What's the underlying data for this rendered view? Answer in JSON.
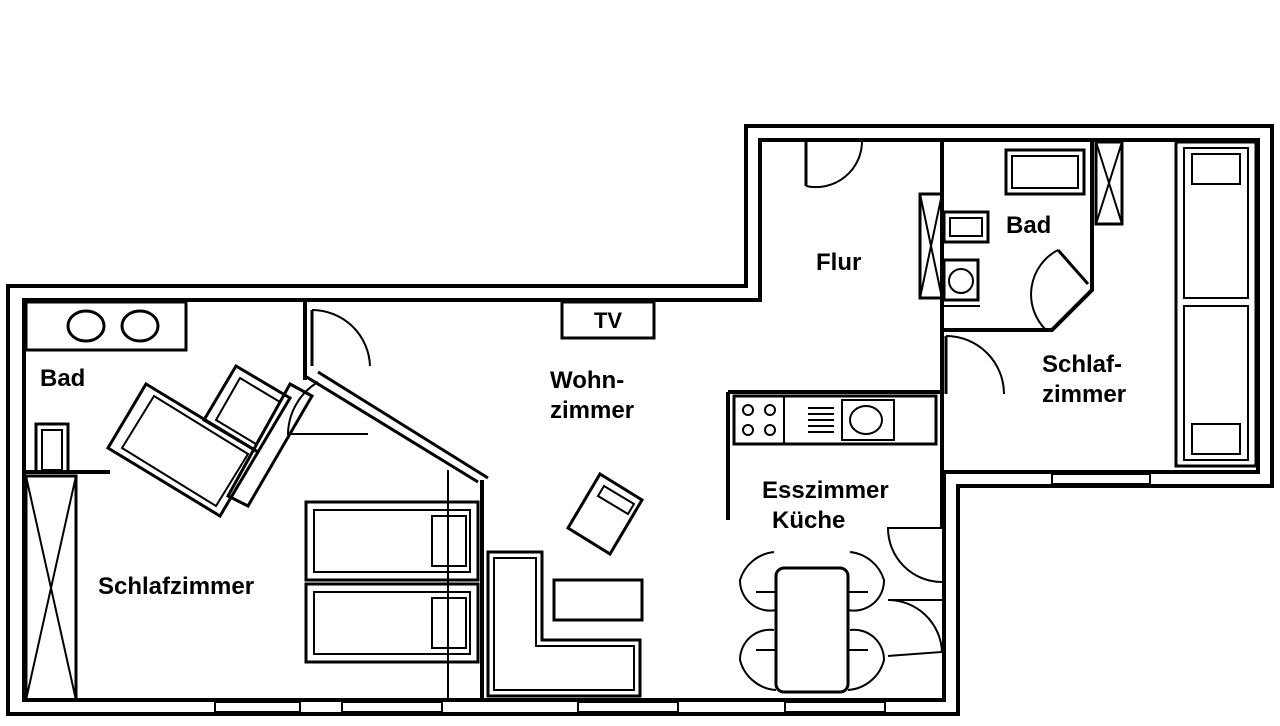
{
  "floorplan": {
    "rooms": {
      "bad_left": "Bad",
      "schlafzimmer_left": "Schlafzimmer",
      "wohnzimmer_line1": "Wohn-",
      "wohnzimmer_line2": "zimmer",
      "flur": "Flur",
      "bad_right": "Bad",
      "schlafzimmer_right_line1": "Schlaf-",
      "schlafzimmer_right_line2": "zimmer",
      "esszimmer": "Esszimmer",
      "kueche": "Küche"
    },
    "tv": "TV"
  }
}
